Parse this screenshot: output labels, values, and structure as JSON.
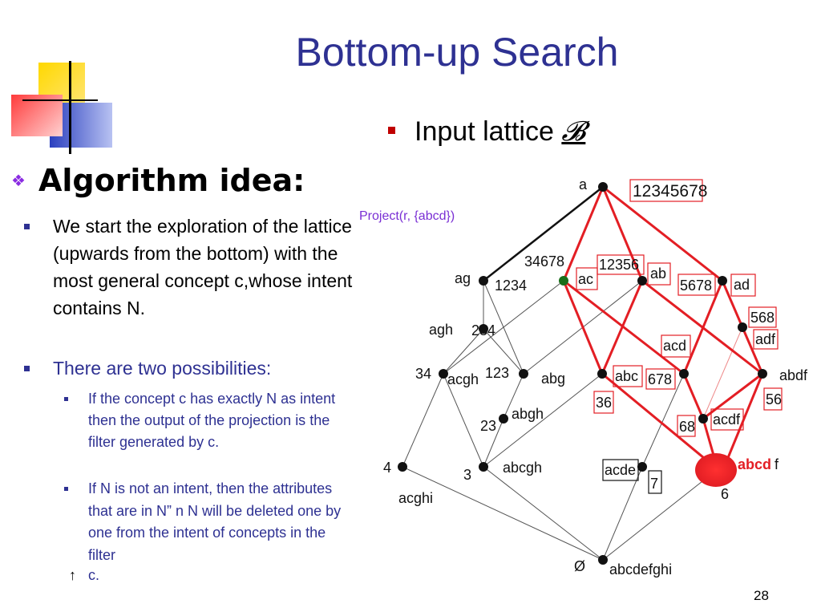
{
  "title": "Bottom-up Search",
  "algorithm_heading": "Algorithm idea:",
  "bullets": [
    {
      "text": "We start the exploration of the lattice (upwards from the bottom) with the most general concept c,whose intent contains N."
    },
    {
      "text": "There are two possibilities:"
    }
  ],
  "sub_bullets": [
    {
      "text": "If the concept c has exactly N as intent then  the output of the projection is the filter generated by c."
    },
    {
      "text": "If N is not an intent, then the attributes that are in N” n N will be deleted one by one from the intent of concepts in the filter"
    }
  ],
  "filter_symbol": "↑",
  "filter_tail": "c.",
  "input_lattice": {
    "label": "Input lattice",
    "symbol": "𝓑"
  },
  "project_label": "Project(r, {abcd})",
  "page_number": "28",
  "colors": {
    "title": "#2e3192",
    "highlight": "#e31e24",
    "edge": "#555555"
  },
  "nodes": [
    {
      "id": "a"
    },
    {
      "id": "ag"
    },
    {
      "id": "ac"
    },
    {
      "id": "ab"
    },
    {
      "id": "ad"
    },
    {
      "id": "agh"
    },
    {
      "id": "adf"
    },
    {
      "id": "acgh"
    },
    {
      "id": "abg"
    },
    {
      "id": "abc"
    },
    {
      "id": "acd"
    },
    {
      "id": "abdf"
    },
    {
      "id": "abgh"
    },
    {
      "id": "acdf"
    },
    {
      "id": "acghi"
    },
    {
      "id": "abcgh"
    },
    {
      "id": "acde"
    },
    {
      "id": "abcdf"
    },
    {
      "id": "bottom"
    }
  ],
  "labels": {
    "a": "a",
    "ag": "ag",
    "ac": "ac",
    "ab": "ab",
    "ad": "ad",
    "agh": "agh",
    "adf": "adf",
    "acgh": "acgh",
    "abg": "abg",
    "abc": "abc",
    "acd": "acd",
    "abdf": "abdf",
    "abgh": "abgh",
    "acdf": "acdf",
    "acghi": "acghi",
    "abcgh": "abcgh",
    "acde": "acde",
    "abcd": "abcd",
    "f": "f",
    "empty": "Ø",
    "abcdefghi": "abcdefghi",
    "e12345678": "12345678",
    "e34678": "34678",
    "e1234": "1234",
    "e12356": "12356",
    "e5678": "5678",
    "e568": "568",
    "e234": "234",
    "e34": "34",
    "e123": "123",
    "e678": "678",
    "e36": "36",
    "e56": "56",
    "e23": "23",
    "e68": "68",
    "e4": "4",
    "e3": "3",
    "e7": "7",
    "e6": "6"
  }
}
